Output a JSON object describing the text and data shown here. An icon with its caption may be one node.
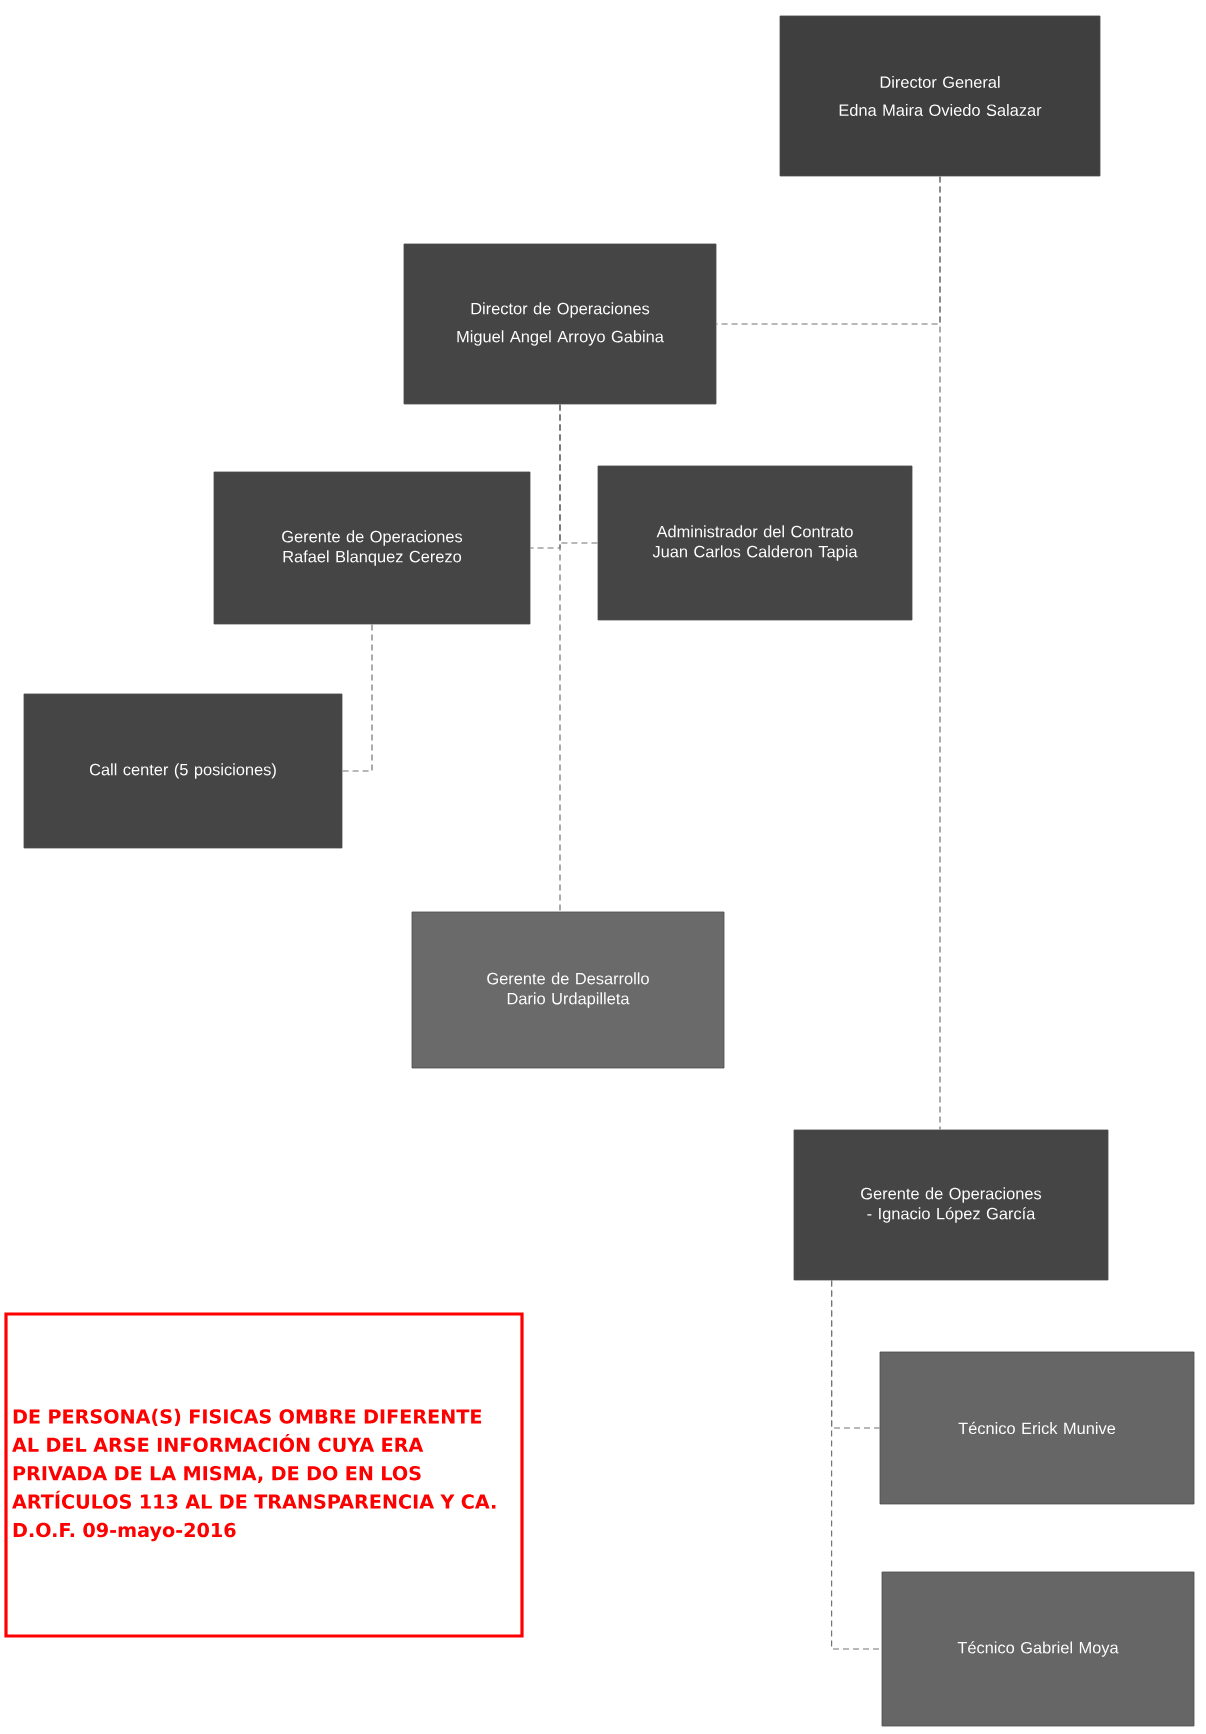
{
  "diagram": {
    "nodes": [
      {
        "text": [
          "Director General",
          "Edna Maira Oviedo Salazar"
        ]
      },
      {
        "text": [
          "Director de Operaciones",
          "Miguel Angel Arroyo Gabina"
        ]
      },
      {
        "text": [
          "Gerente de Operaciones Rafael Blanquez Cerezo"
        ]
      },
      {
        "text": [
          "Administrador del Contrato Juan Carlos Calderon Tapia"
        ]
      },
      {
        "text": [
          "Call center (5 posiciones)"
        ]
      },
      {
        "text": [
          "Gerente de Desarrollo Dario Urdapilleta"
        ]
      },
      {
        "text": [
          "Gerente de Operaciones - Ignacio López García"
        ]
      },
      {
        "text": [
          "DE PERSONA(S) FISICAS OMBRE DIFERENTE AL DEL ARSE INFORMACIÓN CUYA ERA PRIVADA DE LA MISMA, DE DO EN LOS ARTÍCULOS 113 AL DE TRANSPARENCIA Y CA. D.O.F. 09-mayo-2016"
        ]
      },
      {
        "text": [
          "Técnico Erick Munive"
        ]
      },
      {
        "text": [
          "Técnico Gabriel Moya"
        ]
      }
    ],
    "edges": [
      {
        "from": 0,
        "to": 1,
        "arrow": "none"
      },
      {
        "from": 0,
        "to": 6,
        "arrow": "none"
      },
      {
        "from": 1,
        "to": 2,
        "arrow": "none"
      },
      {
        "from": 1,
        "to": 3,
        "arrow": "none"
      },
      {
        "from": 1,
        "to": 5,
        "arrow": "none"
      },
      {
        "from": 2,
        "to": 4,
        "arrow": "none"
      },
      {
        "from": 6,
        "to": 8,
        "arrow": "none"
      },
      {
        "from": 6,
        "to": 9,
        "arrow": "none"
      }
    ]
  }
}
